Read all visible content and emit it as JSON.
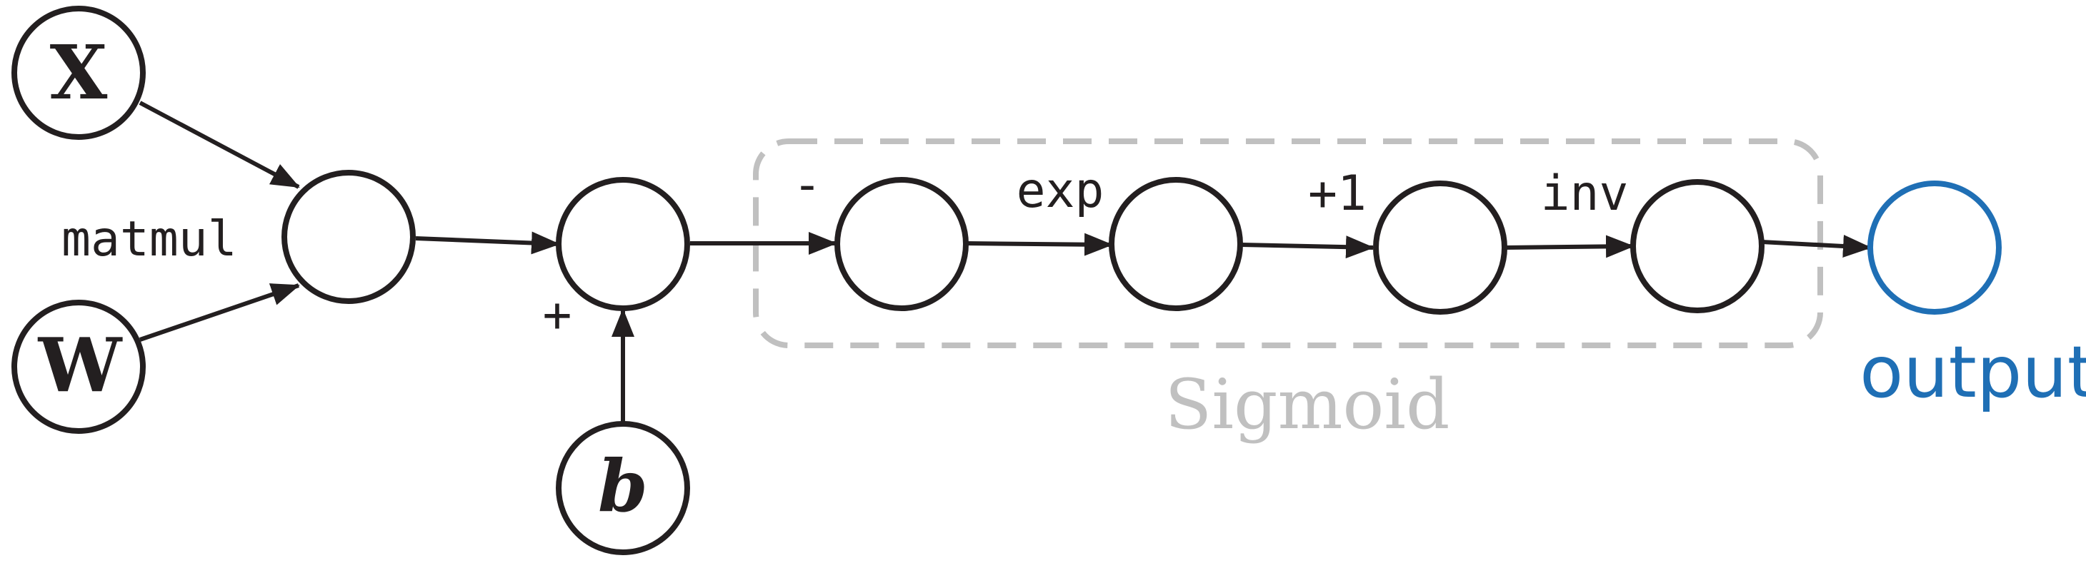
{
  "nodes": {
    "x": {
      "label": "X"
    },
    "w": {
      "label": "W"
    },
    "b": {
      "label": "b"
    },
    "matmul": {
      "label": "matmul"
    },
    "add": {
      "label": "+"
    },
    "neg": {
      "label": "-"
    },
    "exp": {
      "label": "exp"
    },
    "plus_one": {
      "label": "+1"
    },
    "inv": {
      "label": "inv"
    },
    "output": {
      "label": "output"
    }
  },
  "group": {
    "label": "Sigmoid"
  },
  "colors": {
    "stroke": "#231f20",
    "output": "#1f6fb5",
    "group": "#c0c0c0"
  }
}
